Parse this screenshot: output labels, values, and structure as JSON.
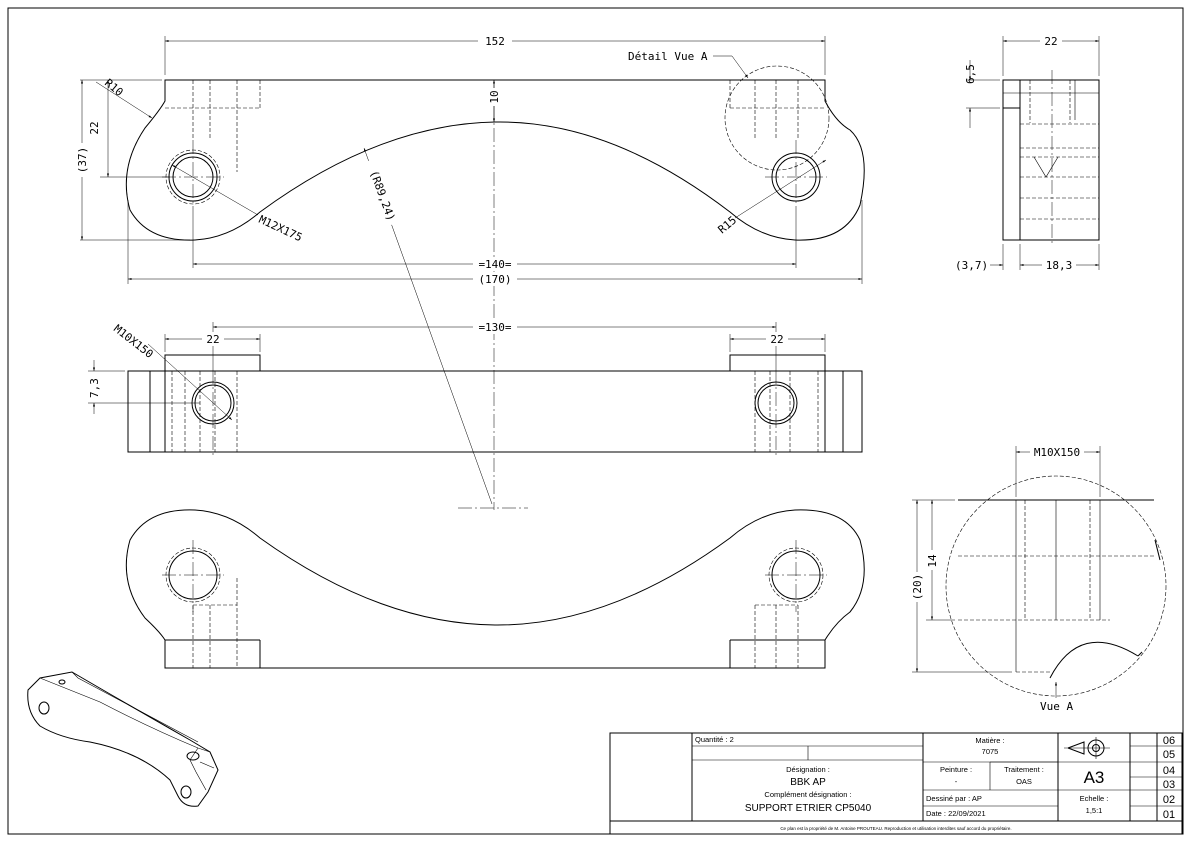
{
  "dimensions": {
    "top_length": "152",
    "detail_ref": "Détail Vue A",
    "r10": "R10",
    "d22_left": "22",
    "d37": "(37)",
    "d10": "10",
    "r89": "(R89,24)",
    "m12": "M12X175",
    "r15": "R15",
    "d140": "=140=",
    "d170": "(170)",
    "side_22": "22",
    "side_65": "6,5",
    "side_37": "(3,7)",
    "side_183": "18,3",
    "m10_top": "M10X150",
    "d130": "=130=",
    "front_22_left": "22",
    "front_22_right": "22",
    "d73": "7,3",
    "detail_m10": "M10X150",
    "detail_14": "14",
    "detail_20": "(20)",
    "vue_a": "Vue A"
  },
  "title_block": {
    "quantite": "Quantité : 2",
    "designation_label": "Désignation :",
    "designation": "BBK AP",
    "complement_label": "Complément désignation :",
    "complement": "SUPPORT ETRIER CP5040",
    "matiere_label": "Matière :",
    "matiere": "7075",
    "peinture_label": "Peinture :",
    "peinture": "-",
    "traitement_label": "Traitement :",
    "traitement": "OAS",
    "format": "A3",
    "dessine_par": "Dessiné par : AP",
    "date": "Date : 22/09/2021",
    "echelle_label": "Echelle :",
    "echelle": "1,5:1",
    "revisions": [
      "06",
      "05",
      "04",
      "03",
      "02",
      "01"
    ],
    "footer": "Ce plan est la propriété de M. Antoine PROUTEAU. Reproduction et utilisation interdites sauf accord du propriétaire."
  }
}
